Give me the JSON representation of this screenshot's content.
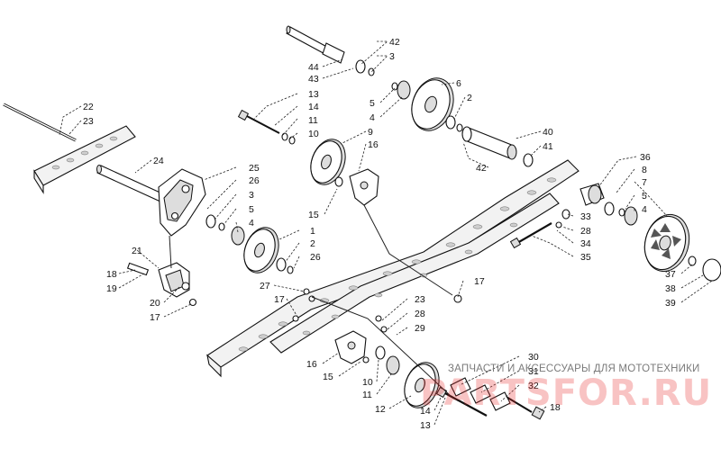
{
  "watermark": {
    "caption": "ЗАПЧАСТИ И АКСЕССУАРЫ ДЛЯ МОТОТЕХНИКИ",
    "logo": "PARTSFOR.RU"
  },
  "callouts": [
    {
      "id": "c42a",
      "text": "42"
    },
    {
      "id": "c3a",
      "text": "3"
    },
    {
      "id": "c44",
      "text": "44"
    },
    {
      "id": "c43",
      "text": "43"
    },
    {
      "id": "c6",
      "text": "6"
    },
    {
      "id": "c2a",
      "text": "2"
    },
    {
      "id": "c5a",
      "text": "5"
    },
    {
      "id": "c4a",
      "text": "4"
    },
    {
      "id": "c13a",
      "text": "13"
    },
    {
      "id": "c14a",
      "text": "14"
    },
    {
      "id": "c11a",
      "text": "11"
    },
    {
      "id": "c10a",
      "text": "10"
    },
    {
      "id": "c9",
      "text": "9"
    },
    {
      "id": "c16a",
      "text": "16"
    },
    {
      "id": "c22",
      "text": "22"
    },
    {
      "id": "c23a",
      "text": "23"
    },
    {
      "id": "c40",
      "text": "40"
    },
    {
      "id": "c41",
      "text": "41"
    },
    {
      "id": "c42b",
      "text": "42"
    },
    {
      "id": "c24",
      "text": "24"
    },
    {
      "id": "c25",
      "text": "25"
    },
    {
      "id": "c26a",
      "text": "26"
    },
    {
      "id": "c3b",
      "text": "3"
    },
    {
      "id": "c5b",
      "text": "5"
    },
    {
      "id": "c4b",
      "text": "4"
    },
    {
      "id": "c15a",
      "text": "15"
    },
    {
      "id": "c1",
      "text": "1"
    },
    {
      "id": "c2b",
      "text": "2"
    },
    {
      "id": "c26b",
      "text": "26"
    },
    {
      "id": "c36",
      "text": "36"
    },
    {
      "id": "c8",
      "text": "8"
    },
    {
      "id": "c7",
      "text": "7"
    },
    {
      "id": "c5c",
      "text": "5"
    },
    {
      "id": "c4c",
      "text": "4"
    },
    {
      "id": "c33",
      "text": "33"
    },
    {
      "id": "c28a",
      "text": "28"
    },
    {
      "id": "c34",
      "text": "34"
    },
    {
      "id": "c35",
      "text": "35"
    },
    {
      "id": "c21",
      "text": "21"
    },
    {
      "id": "c18a",
      "text": "18"
    },
    {
      "id": "c19",
      "text": "19"
    },
    {
      "id": "c20",
      "text": "20"
    },
    {
      "id": "c17a",
      "text": "17"
    },
    {
      "id": "c27",
      "text": "27"
    },
    {
      "id": "c17b",
      "text": "17"
    },
    {
      "id": "c17c",
      "text": "17"
    },
    {
      "id": "c23b",
      "text": "23"
    },
    {
      "id": "c28b",
      "text": "28"
    },
    {
      "id": "c29",
      "text": "29"
    },
    {
      "id": "c37",
      "text": "37"
    },
    {
      "id": "c38",
      "text": "38"
    },
    {
      "id": "c39",
      "text": "39"
    },
    {
      "id": "c16b",
      "text": "16"
    },
    {
      "id": "c15b",
      "text": "15"
    },
    {
      "id": "c10b",
      "text": "10"
    },
    {
      "id": "c11b",
      "text": "11"
    },
    {
      "id": "c12",
      "text": "12"
    },
    {
      "id": "c14b",
      "text": "14"
    },
    {
      "id": "c13b",
      "text": "13"
    },
    {
      "id": "c30",
      "text": "30"
    },
    {
      "id": "c31",
      "text": "31"
    },
    {
      "id": "c32",
      "text": "32"
    },
    {
      "id": "c18b",
      "text": "18"
    }
  ]
}
